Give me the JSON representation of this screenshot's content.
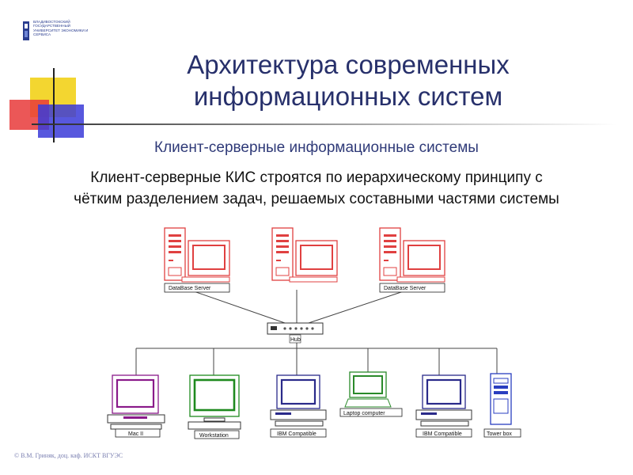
{
  "logo": {
    "text": "ВЛАДИВОСТОКСКИЙ ГОСУДАРСТВЕННЫЙ УНИВЕРСИТЕТ ЭКОНОМИКИ И СЕРВИСА"
  },
  "title": {
    "line1": "Архитектура современных",
    "line2": "информационных систем"
  },
  "subtitle": "Клиент-серверные информационные системы",
  "body": {
    "line1": "Клиент-серверные КИС строятся по иерархическому принципу с",
    "line2": "чётким разделением задач, решаемых составными частями системы"
  },
  "diagram": {
    "servers": [
      {
        "label": "DataBase Server"
      },
      {
        "label": ""
      },
      {
        "label": "DataBase Server"
      }
    ],
    "hub": {
      "label": "Hub"
    },
    "clients": [
      {
        "label": "Mac II",
        "type": "mac"
      },
      {
        "label": "Workstation",
        "type": "workstation"
      },
      {
        "label": "IBM Compatible",
        "type": "pc"
      },
      {
        "label": "Laptop computer",
        "type": "laptop"
      },
      {
        "label": "IBM Compatible",
        "type": "pc"
      },
      {
        "label": "Tower box",
        "type": "tower"
      }
    ]
  },
  "colors": {
    "title": "#27306b",
    "server": "#e04040",
    "mac": "#8a1a8a",
    "workstation": "#1e8a1e",
    "pc": "#2a2a8a",
    "laptop": "#2a8a2a",
    "tower": "#2a3ec0",
    "deco_yellow": "#f2d21a",
    "deco_red": "#e83a3a",
    "deco_blue": "#3b3bd8"
  },
  "footer": "© В.М. Гриняк, доц. каф. ИСКТ ВГУЭС"
}
